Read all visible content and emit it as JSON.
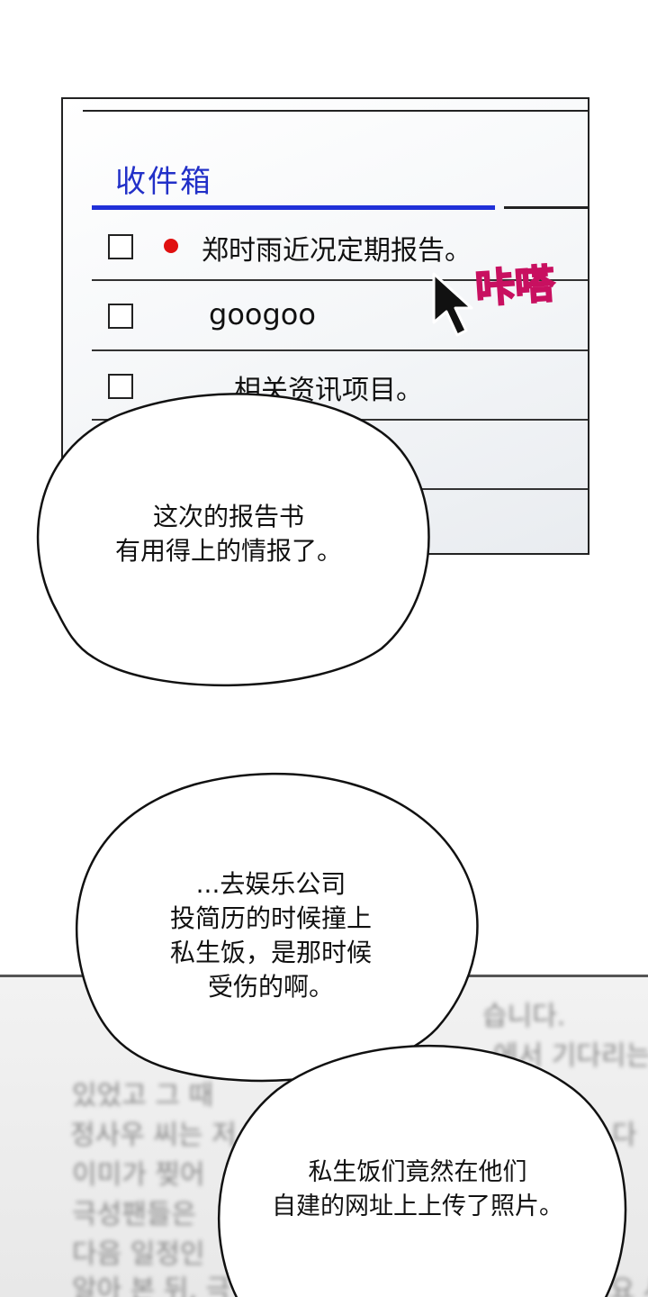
{
  "inbox": {
    "title": "收件箱",
    "rows": [
      {
        "subject": "郑时雨近况定期报告。",
        "unread": true
      },
      {
        "subject": "googoo",
        "unread": false
      },
      {
        "subject": "相关资讯项目。",
        "unread": false
      }
    ]
  },
  "sfx": {
    "click": "咔嗒"
  },
  "icons": {
    "cursor": "mouse-pointer-icon",
    "checkbox": "checkbox-icon",
    "unread": "unread-dot-icon"
  },
  "colors": {
    "title_blue": "#2230c8",
    "underline_blue": "#2030d8",
    "unread_red": "#e01010",
    "sfx_pink": "#ff3c8c"
  },
  "bubbles": {
    "first": {
      "line1": "这次的报告书",
      "line2": "有用得上的情报了。"
    },
    "second": {
      "line1": "...去娱乐公司",
      "line2": "投简历的时候撞上",
      "line3": "私生饭，是那时候",
      "line4": "受伤的啊。"
    },
    "third": {
      "line1": "私生饭们竟然在他们",
      "line2": "自建的网址上上传了照片。"
    }
  },
  "background_text": {
    "line1": "습니다.",
    "line2": "에서 기다리는",
    "line3": "있었고 그 때",
    "line4": "정사우 씨는 저",
    "line5": "이미가 찢어",
    "line6": "극성팬들은",
    "line7": "다음 일정인",
    "line8": "알아 본 뒤, 극",
    "line9": "다",
    "line10": "어요 사"
  }
}
